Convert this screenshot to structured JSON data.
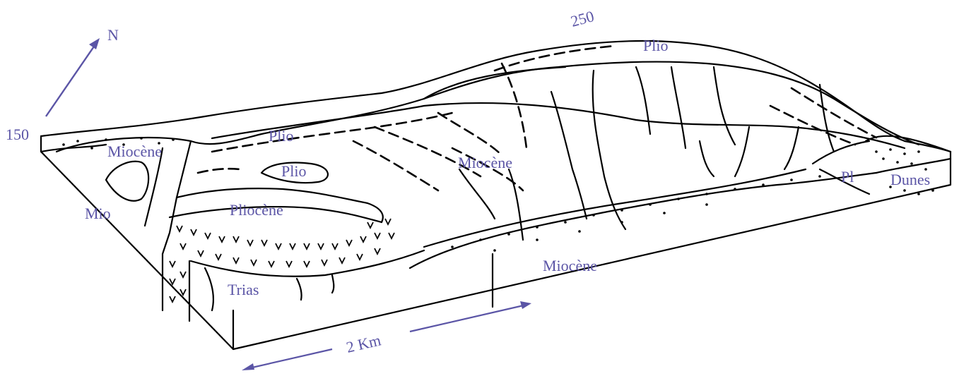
{
  "colors": {
    "label": "#5b55a6",
    "arrow": "#5b55a6",
    "line": "#000000"
  },
  "labels": {
    "north": "N",
    "elev_low": "150",
    "elev_high": "250",
    "plio_top": "Plio",
    "plio_upper": "Plio",
    "plio_lens": "Plio",
    "miocene_left": "Miocène",
    "miocene_center": "Miocène",
    "miocene_front": "Miocène",
    "mio_side": "Mio",
    "pliocene": "Pliocène",
    "trias": "Trias",
    "pl": "Pl",
    "dunes": "Dunes",
    "scale": "2 Km"
  }
}
